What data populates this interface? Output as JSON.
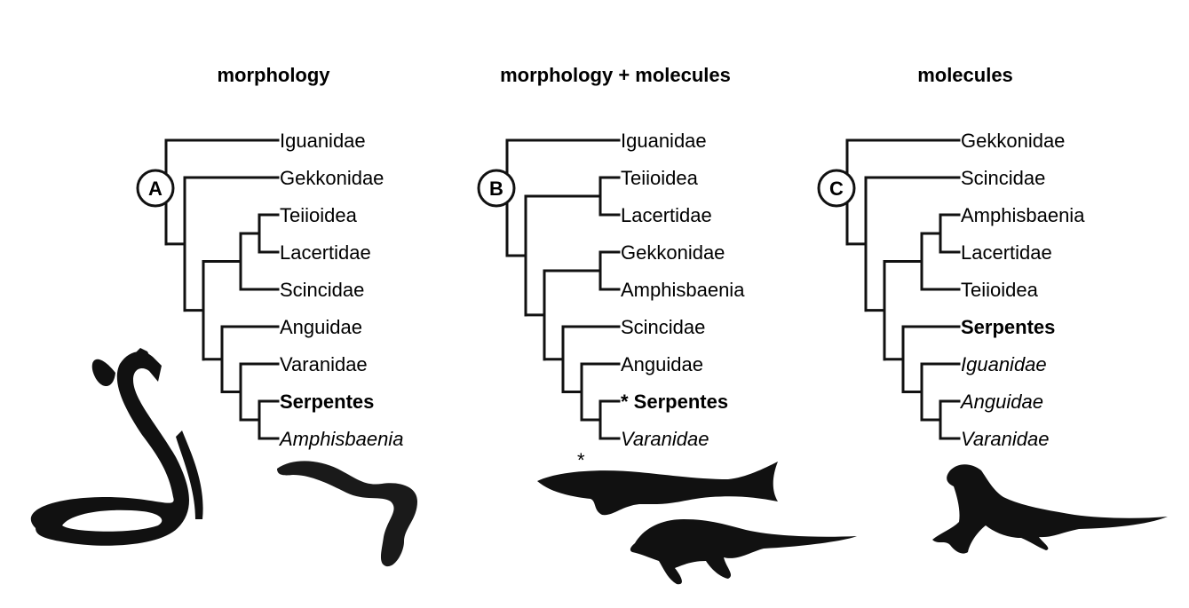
{
  "trees": [
    {
      "id": "A",
      "title": "morphology",
      "node_label": "A",
      "topology": [
        "Iguanidae",
        [
          "Gekkonidae",
          [
            [
              [
                "Teiioidea",
                "Lacertidae"
              ],
              "Scincidae"
            ],
            [
              "Anguidae",
              [
                "Varanidae",
                [
                  "Serpentes",
                  "Amphisbaenia"
                ]
              ]
            ]
          ]
        ]
      ],
      "leaf_styles": {
        "Serpentes": "bold",
        "Amphisbaenia": "italic"
      },
      "leaf_labels": {}
    },
    {
      "id": "B",
      "title": "morphology + molecules",
      "node_label": "B",
      "topology": [
        "Iguanidae",
        [
          [
            "Teiioidea",
            "Lacertidae"
          ],
          [
            [
              "Gekkonidae",
              "Amphisbaenia"
            ],
            [
              "Scincidae",
              [
                "Anguidae",
                [
                  "Serpentes",
                  "Varanidae"
                ]
              ]
            ]
          ]
        ]
      ],
      "leaf_styles": {
        "Serpentes": "bold",
        "Varanidae": "italic"
      },
      "leaf_labels": {
        "Serpentes": "* Serpentes"
      }
    },
    {
      "id": "C",
      "title": "molecules",
      "node_label": "C",
      "topology": [
        "Gekkonidae",
        [
          "Scincidae",
          [
            [
              [
                "Amphisbaenia",
                "Lacertidae"
              ],
              "Teiioidea"
            ],
            [
              "Serpentes",
              [
                "Iguanidae",
                [
                  "Anguidae",
                  "Varanidae"
                ]
              ]
            ]
          ]
        ]
      ],
      "leaf_styles": {
        "Serpentes": "bold",
        "Iguanidae": "italic",
        "Anguidae": "italic",
        "Varanidae": "italic"
      },
      "leaf_labels": {}
    }
  ],
  "silhouettes": {
    "snake": "snake-silhouette",
    "amphisbaenian": "amphisbaenian-silhouette",
    "mosasaur": "mosasaur-silhouette",
    "mosasaur_marker": "*",
    "varanid": "monitor-lizard-silhouette",
    "iguana": "iguana-silhouette"
  },
  "colors": {
    "ink": "#111111",
    "background": "#ffffff"
  }
}
